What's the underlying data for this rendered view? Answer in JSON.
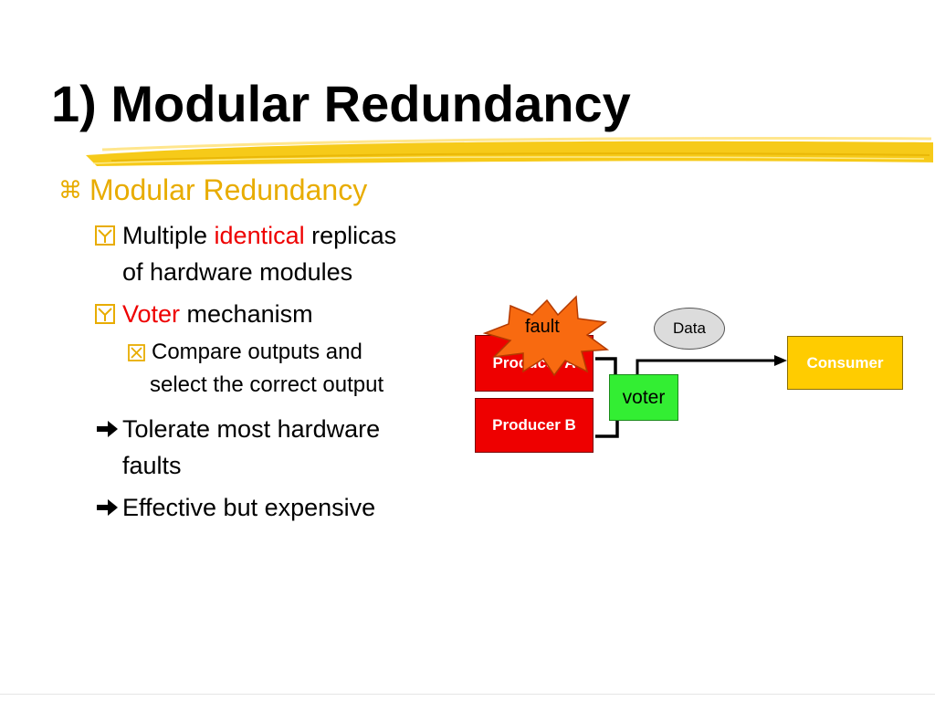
{
  "slide": {
    "title": "1) Modular Redundancy",
    "heading": "Modular Redundancy",
    "bullets": {
      "b1_pre": "Multiple ",
      "b1_highlight": "identical",
      "b1_post": " replicas",
      "b1_line2": "of hardware modules",
      "b2_highlight": "Voter",
      "b2_post": " mechanism",
      "b2_sub_line1": "Compare outputs and",
      "b2_sub_line2": "select the correct output",
      "b3_line1": "Tolerate most hardware",
      "b3_line2": "faults",
      "b4": "Effective but expensive"
    },
    "icons": {
      "heading_bullet": "command-key-icon",
      "checked_box": "checked-box-icon",
      "x_box": "x-box-icon",
      "arrow": "right-arrow-icon"
    }
  },
  "diagram": {
    "fault_label": "fault",
    "data_label": "Data",
    "producer_a": "Producer A",
    "producer_b": "Producer B",
    "voter": "voter",
    "consumer": "Consumer"
  },
  "colors": {
    "heading": "#e8ac00",
    "highlight": "#ee0000",
    "producer": "#ee0000",
    "voter": "#33ee33",
    "consumer": "#ffcc00",
    "fault_star": "#f86a10",
    "data_oval": "#dcdcdc",
    "title_underline": "#f5c400"
  }
}
